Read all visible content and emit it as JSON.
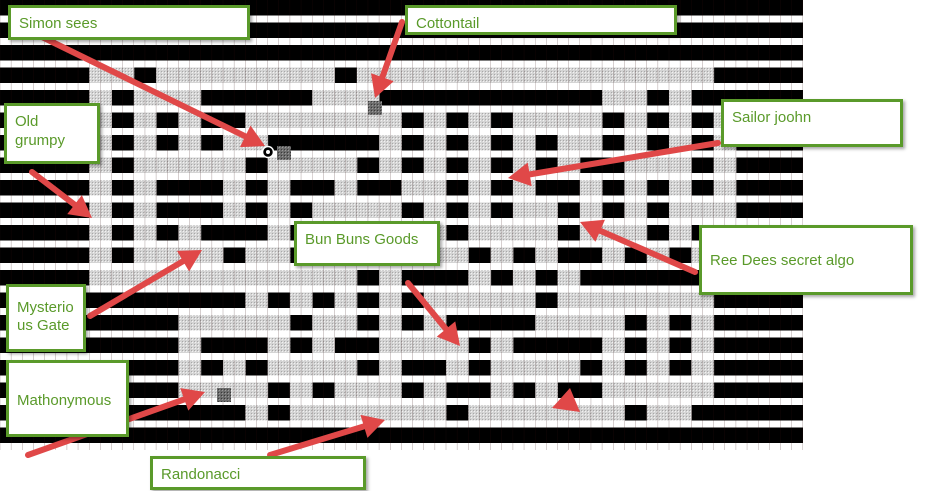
{
  "colors": {
    "wall": "#000000",
    "gap": "#ffffff",
    "path": "#d8d8d8",
    "special": "#6a6a6a",
    "arrow": "#e04848",
    "callout_border": "#5a9a2a",
    "callout_text": "#5a9a2a"
  },
  "labels": {
    "simon_sees": "Simon sees",
    "cottontail": "Cottontail",
    "old_grumpy": "Old grumpy",
    "sailor_joohn": "Sailor joohn",
    "ree_dees": "Ree Dees secret algo",
    "bun_buns": "Bun Buns Goods",
    "mysterious_gate": "Mysterious Gate",
    "mathonymous": "Mathonymous",
    "randonacci": "Randonacci"
  },
  "maze": {
    "rows": [
      "....................................",
      "....................................",
      "....................................",
      "....##.########.################....",
      "....#.###.....###..........##.#.....",
      "....#.#.#..#######.#.#.####.#.#.#...",
      "....#.#.#.##.....#.#.#.#.##.#.#.#...",
      "....#.#####.####.#.#.#.#.#..###.#...",
      "....#.#...#.#..#..##.#.#..#.#.#.#...",
      "....#.#...#.#.####.#.#.##.#.#.###...",
      "....#.#.#...#.#....#.####.###.#.#...",
      "....#.####.##.#..####.#.#..#.#.##...",
      "....############.#...#.#.#..........",
      "...........#.#.#.#.#####.#######....",
      "........#####.##.#.#....####.#.#....",
      "........#...#.#..####.#....#.#.#....",
      "........#.#.####.#..#.####.#.#.#....",
      "........####.#.###.#..#.#..#####....",
      "...........#.#######.#######.##.....",
      "...................................."
    ]
  }
}
